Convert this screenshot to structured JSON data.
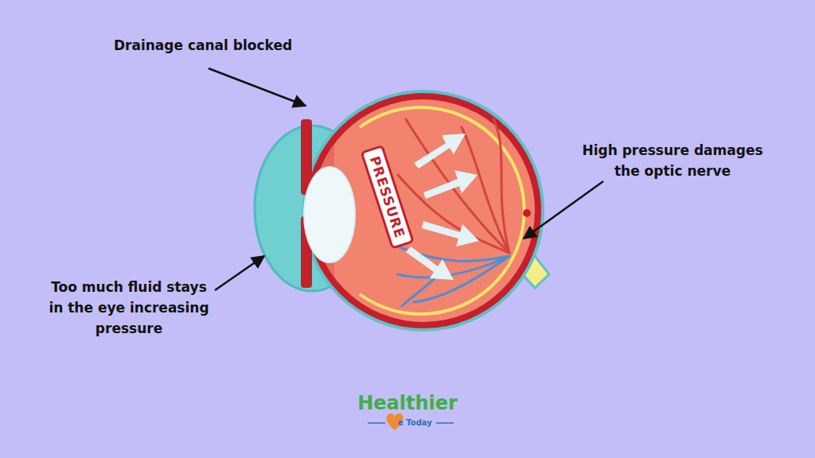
{
  "diagram": {
    "nodes": [
      {
        "text": [
          "PRESSURE"
        ]
      }
    ],
    "labels": [
      "Drainage canal blocked",
      "High pressure damages the optic nerve",
      "Too much fluid stays in the eye increasing pressure",
      "Healthier",
      "e Today"
    ]
  }
}
